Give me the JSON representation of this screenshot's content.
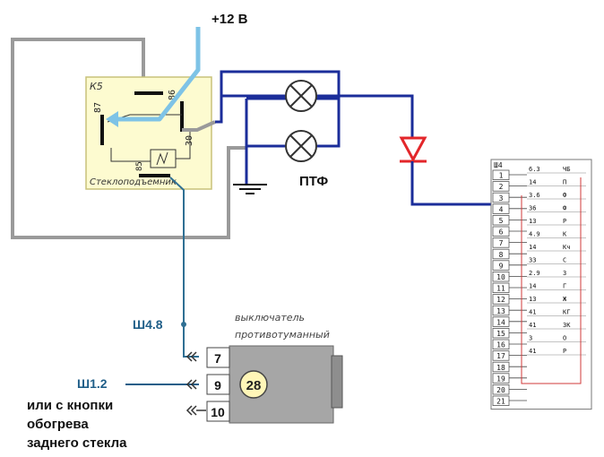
{
  "power_label": "+12 В",
  "ptf_label": "ПТФ",
  "relay": {
    "name": "К5",
    "subtitle": "Стеклоподъемник",
    "pins": {
      "p86": "86",
      "p87": "87",
      "p30": "30",
      "p85": "85"
    }
  },
  "connector_w48": "Ш4.8",
  "connector_w12": "Ш1.2",
  "note_lines": [
    "или с кнопки",
    "обогрева",
    "заднего стекла"
  ],
  "switch": {
    "title_line1": "выключатель",
    "title_line2": "противотуманный",
    "terminals": [
      "7",
      "9",
      "10"
    ],
    "number": "28"
  },
  "harness": {
    "header": "Ш4",
    "pins": [
      "1",
      "2",
      "3",
      "4",
      "5",
      "6",
      "7",
      "8",
      "9",
      "10",
      "11",
      "12",
      "13",
      "14",
      "15",
      "16",
      "17",
      "18",
      "19",
      "20",
      "21"
    ],
    "codes": [
      [
        "6.3",
        "ЧБ"
      ],
      [
        "14",
        "П"
      ],
      [
        "3.6",
        "Ф"
      ],
      [
        "36",
        "Ф"
      ],
      [
        "13",
        "Р"
      ],
      [
        "4.9",
        "К"
      ],
      [
        "14",
        "Кч"
      ],
      [
        "33",
        "С"
      ],
      [
        "2.9",
        "З"
      ],
      [
        "14",
        "Г"
      ],
      [
        "13",
        "Ж"
      ],
      [
        "41",
        "КГ"
      ],
      [
        "41",
        "ЗК"
      ],
      [
        "3",
        "О"
      ],
      [
        "41",
        "Р"
      ]
    ]
  },
  "colors": {
    "blue_wire": "#1b2d9a",
    "gray_wire": "#9a9a9a",
    "light_blue_wire": "#7ec3e6",
    "relay_fill": "#fdfbd0",
    "switch_fill": "#a6a6a6",
    "diode": "#e3262a",
    "teal_wire": "#2f6f93"
  }
}
